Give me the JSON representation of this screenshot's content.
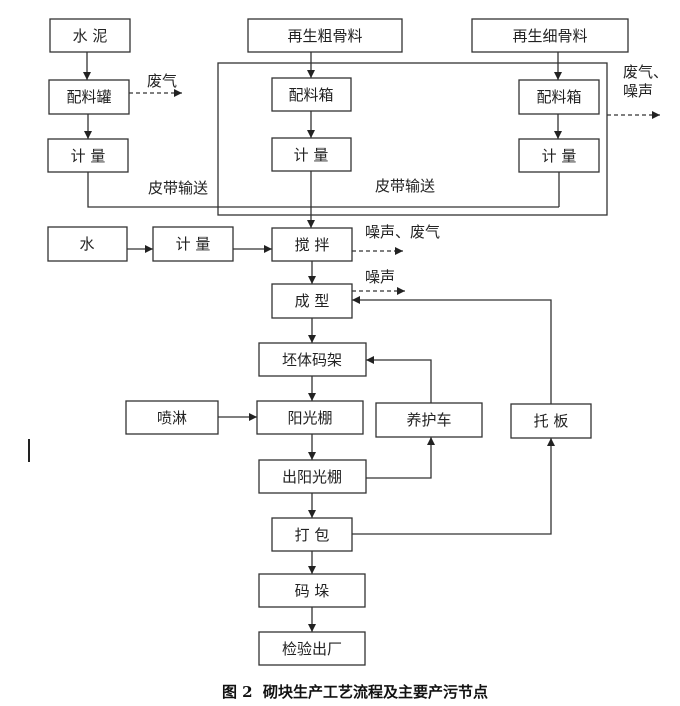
{
  "nodes": {
    "cement": "水 泥",
    "batch_tank": "配料罐",
    "meter_cement": "计 量",
    "coarse_aggregate": "再生粗骨料",
    "batch_box_coarse": "配料箱",
    "meter_coarse": "计 量",
    "fine_aggregate": "再生细骨料",
    "batch_box_fine": "配料箱",
    "meter_fine": "计 量",
    "water": "水",
    "meter_water": "计 量",
    "mixing": "搅 拌",
    "forming": "成 型",
    "green_body_rack": "坯体码架",
    "spray": "喷淋",
    "sunshed": "阳光棚",
    "exit_sunshed": "出阳光棚",
    "curing_cart": "养护车",
    "pallet": "托 板",
    "packing": "打 包",
    "stacking": "码 垛",
    "inspection_dispatch": "检验出厂"
  },
  "labels": {
    "batch_tank_emission": "废气",
    "belt_conveyor_left": "皮带输送",
    "belt_conveyor_right": "皮带输送",
    "batching_area_emission_line1": "废气、",
    "batching_area_emission_line2": "噪声",
    "mixing_emission": "噪声、废气",
    "forming_emission": "噪声"
  },
  "edges": [
    {
      "from": "cement",
      "to": "batch_tank",
      "style": "solid"
    },
    {
      "from": "batch_tank",
      "to": "meter_cement",
      "style": "solid"
    },
    {
      "from": "batch_tank",
      "to": "emission",
      "style": "dashed",
      "label": "废气"
    },
    {
      "from": "meter_cement",
      "to": "mixing",
      "style": "solid",
      "label": "皮带输送"
    },
    {
      "from": "coarse_aggregate",
      "to": "batch_box_coarse",
      "style": "solid"
    },
    {
      "from": "batch_box_coarse",
      "to": "meter_coarse",
      "style": "solid"
    },
    {
      "from": "meter_coarse",
      "to": "mixing",
      "style": "solid"
    },
    {
      "from": "fine_aggregate",
      "to": "batch_box_fine",
      "style": "solid"
    },
    {
      "from": "batch_box_fine",
      "to": "meter_fine",
      "style": "solid"
    },
    {
      "from": "meter_fine",
      "to": "mixing",
      "style": "solid",
      "label": "皮带输送"
    },
    {
      "from": "batching_area",
      "to": "emission",
      "style": "dashed",
      "label": "废气、噪声"
    },
    {
      "from": "water",
      "to": "meter_water",
      "style": "solid"
    },
    {
      "from": "meter_water",
      "to": "mixing",
      "style": "solid"
    },
    {
      "from": "mixing",
      "to": "emission",
      "style": "dashed",
      "label": "噪声、废气"
    },
    {
      "from": "mixing",
      "to": "forming",
      "style": "solid"
    },
    {
      "from": "forming",
      "to": "emission",
      "style": "dashed",
      "label": "噪声"
    },
    {
      "from": "forming",
      "to": "green_body_rack",
      "style": "solid"
    },
    {
      "from": "green_body_rack",
      "to": "sunshed",
      "style": "solid"
    },
    {
      "from": "spray",
      "to": "sunshed",
      "style": "solid"
    },
    {
      "from": "sunshed",
      "to": "exit_sunshed",
      "style": "solid"
    },
    {
      "from": "exit_sunshed",
      "to": "curing_cart",
      "style": "solid"
    },
    {
      "from": "curing_cart",
      "to": "green_body_rack",
      "style": "solid"
    },
    {
      "from": "exit_sunshed",
      "to": "packing",
      "style": "solid"
    },
    {
      "from": "packing",
      "to": "pallet",
      "style": "solid"
    },
    {
      "from": "pallet",
      "to": "forming",
      "style": "solid"
    },
    {
      "from": "packing",
      "to": "stacking",
      "style": "solid"
    },
    {
      "from": "stacking",
      "to": "inspection_dispatch",
      "style": "solid"
    }
  ],
  "caption": "图 2  砌块生产工艺流程及主要产污节点"
}
